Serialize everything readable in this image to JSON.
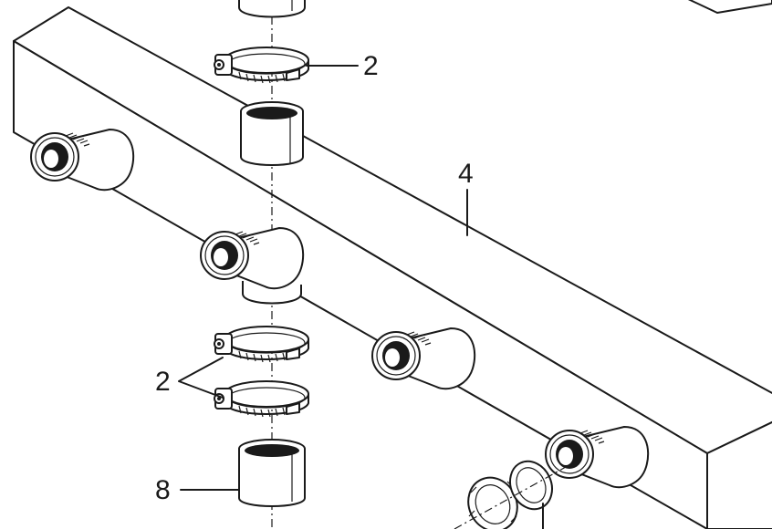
{
  "callouts": {
    "clamp_top": "2",
    "manifold": "4",
    "clamps_bottom": "2",
    "sleeve": "8"
  },
  "parts": {
    "manifold": "manifold-body",
    "hose_clamp": "hose-clamp",
    "sleeve": "connection-sleeve",
    "threaded_nipple": "threaded-nipple",
    "lock_nut": "lock-nut",
    "seal_ring": "seal-ring"
  }
}
